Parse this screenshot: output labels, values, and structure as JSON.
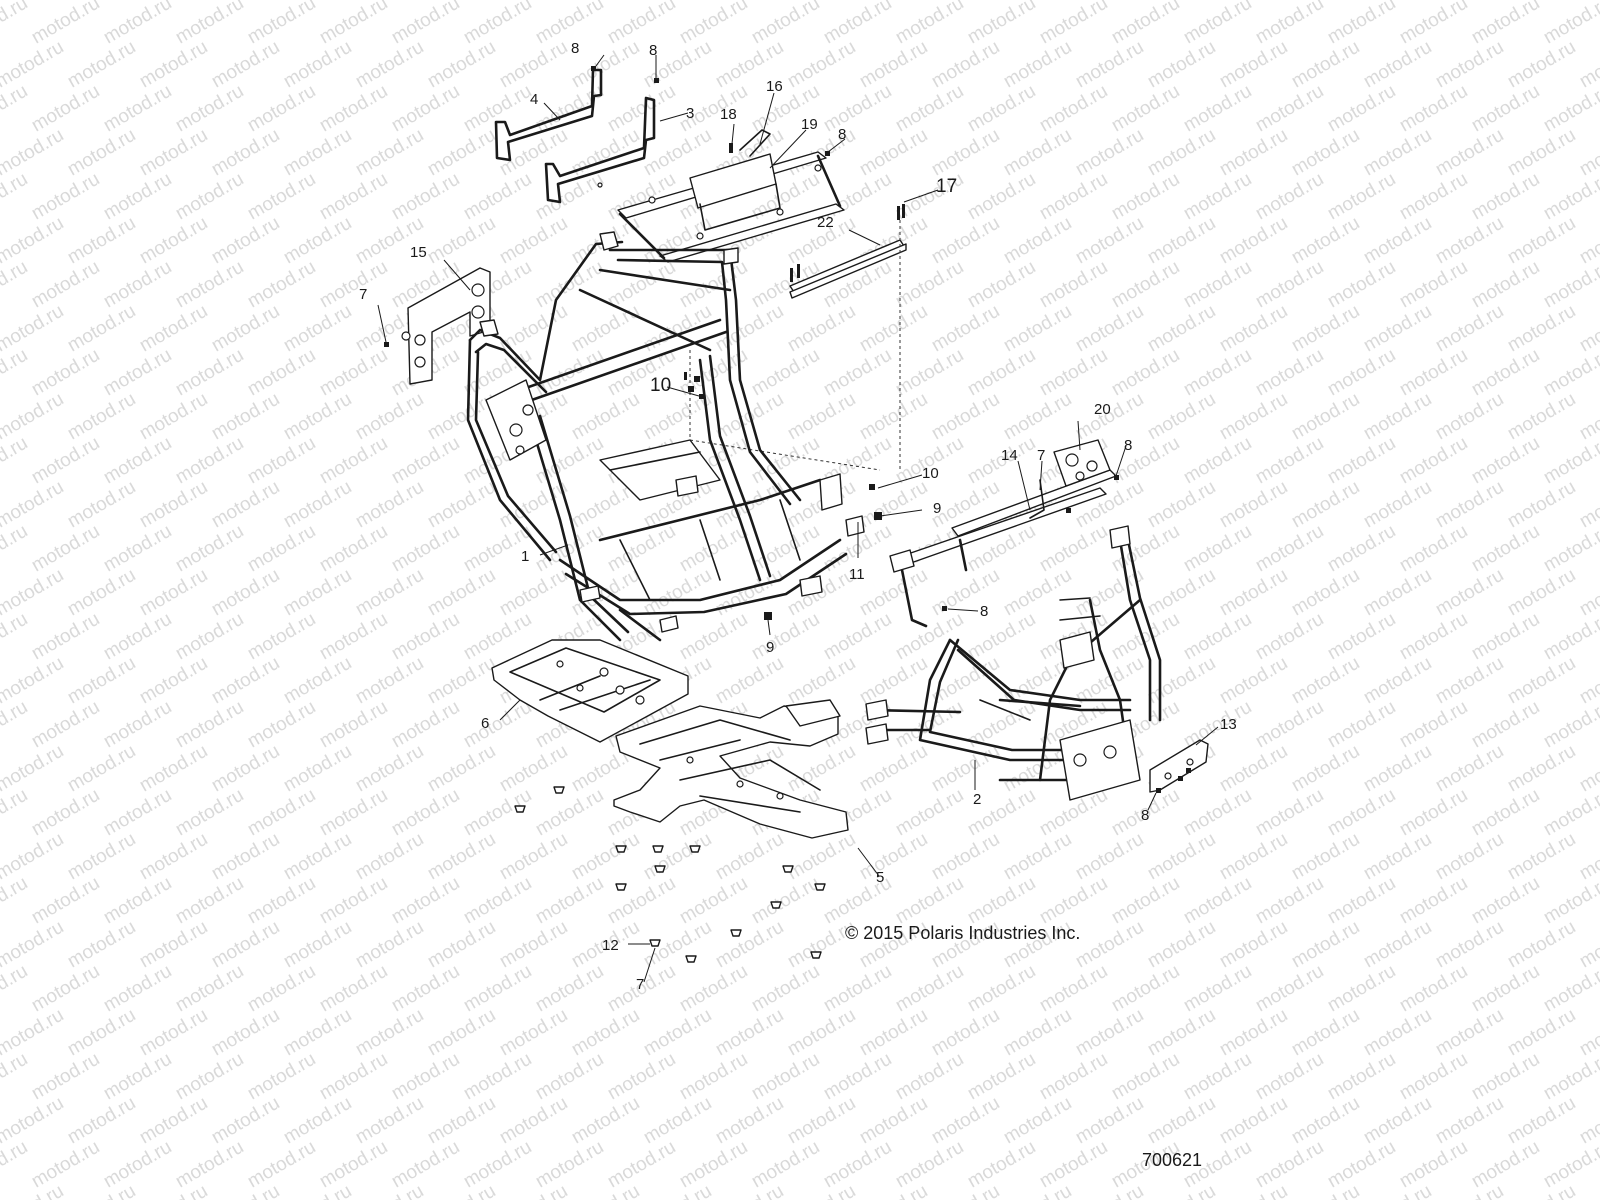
{
  "watermark_text": "motod.ru",
  "copyright": "© 2015 Polaris Industries Inc.",
  "diagram_id": "700621",
  "callouts": {
    "c1": "1",
    "c2": "2",
    "c3": "3",
    "c4": "4",
    "c5": "5",
    "c6": "6",
    "c7a": "7",
    "c7b": "7",
    "c7c": "7",
    "c8a": "8",
    "c8b": "8",
    "c8c": "8",
    "c8d": "8",
    "c8e": "8",
    "c8f": "8",
    "c9a": "9",
    "c9b": "9",
    "c10a": "10",
    "c10b": "10",
    "c11": "11",
    "c12": "12",
    "c13": "13",
    "c14": "14",
    "c15": "15",
    "c16": "16",
    "c17": "17",
    "c18": "18",
    "c19": "19",
    "c20": "20",
    "c22": "22"
  }
}
